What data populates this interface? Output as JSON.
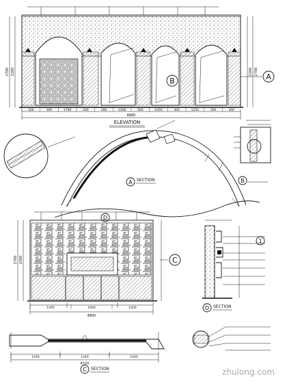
{
  "title": "ELEVATION",
  "elevation": {
    "dims": [
      "300",
      "300",
      "1700",
      "300",
      "300",
      "1400",
      "300",
      "1050",
      "300",
      "1250",
      "300",
      "300"
    ],
    "total": "8880",
    "height_left": [
      "2200",
      "2700"
    ],
    "height_right": [
      "2200",
      "2700"
    ],
    "tag_b": "B",
    "tag_a": "A"
  },
  "section_a": {
    "tag": "A",
    "title": "SECTION"
  },
  "section_b": {
    "tag": "B"
  },
  "elevation_c": {
    "tag_c": "C",
    "tag_d": "D",
    "dims": [
      "1400",
      "1600",
      "1400"
    ],
    "total": "4800",
    "height": [
      "2200",
      "2700"
    ]
  },
  "section_d": {
    "tag": "D",
    "title": "SECTION",
    "tag_1": "1"
  },
  "plan_c": {
    "tag": "C",
    "title": "SECTION",
    "dims": [
      "1440",
      "1440",
      "1440"
    ],
    "total": "4320"
  },
  "watermark": "zhulong.com"
}
